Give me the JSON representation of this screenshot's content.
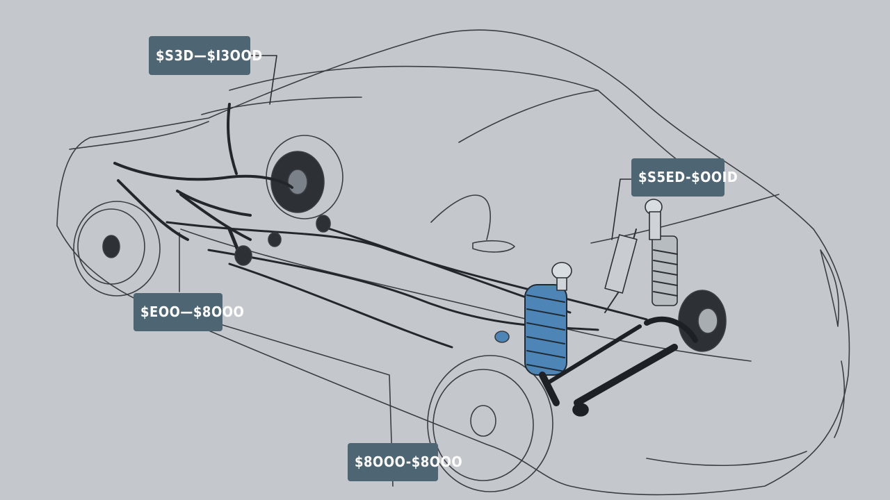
{
  "labels": {
    "top_left": "$S3D—$I3OOD",
    "right": "$S5ED-$OOID",
    "left": "$EOO—$8OOO",
    "bottom": "$8OOO-$8OOO"
  },
  "colors": {
    "background": "#c4c7cb",
    "outline": "#33373c",
    "label_fill": "#4e6673",
    "spring_blue": "#4d86b6"
  }
}
